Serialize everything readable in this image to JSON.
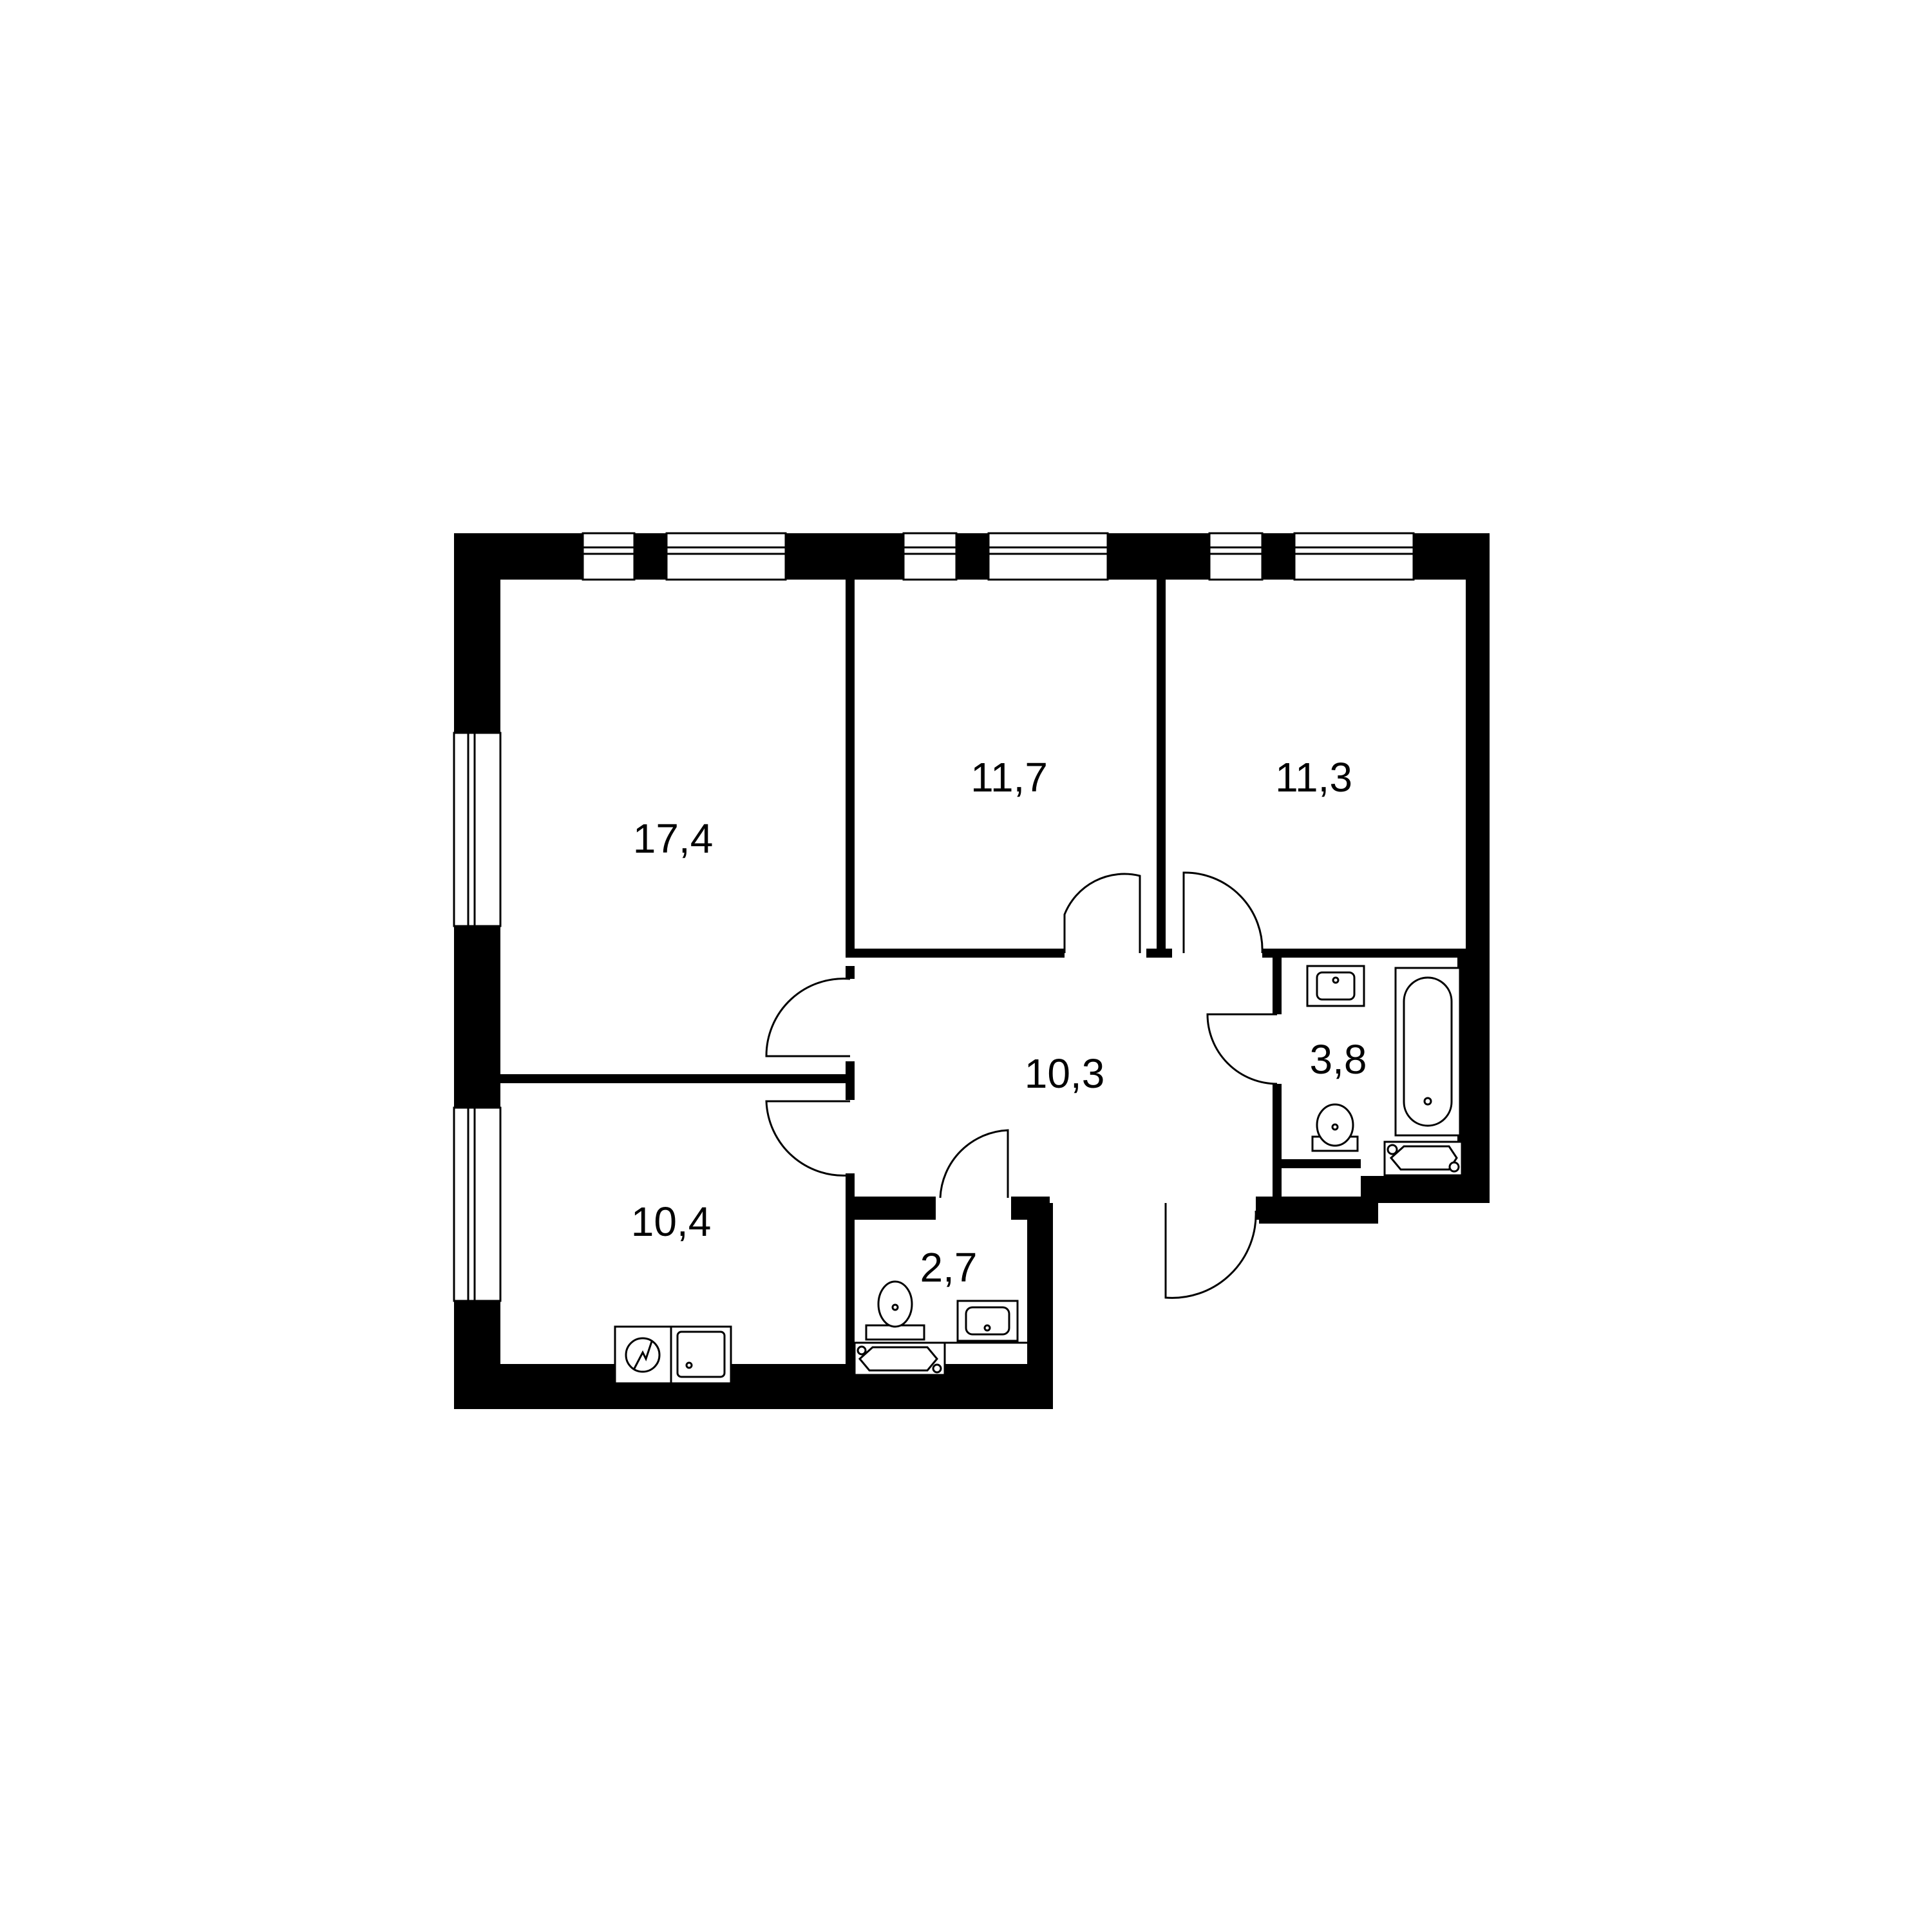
{
  "rooms": [
    {
      "id": "room-1",
      "area": "17,4"
    },
    {
      "id": "room-2",
      "area": "11,7"
    },
    {
      "id": "room-3",
      "area": "11,3"
    },
    {
      "id": "kitchen",
      "area": "10,4"
    },
    {
      "id": "hall",
      "area": "10,3"
    },
    {
      "id": "bathroom",
      "area": "3,8"
    },
    {
      "id": "wc",
      "area": "2,7"
    }
  ],
  "colors": {
    "wall": "#000000",
    "background": "#ffffff"
  },
  "icons": [
    "window-icon",
    "door-swing-icon",
    "toilet-icon",
    "sink-icon",
    "bathtub-icon",
    "stove-icon",
    "kitchen-sink-icon",
    "washing-machine-icon"
  ]
}
